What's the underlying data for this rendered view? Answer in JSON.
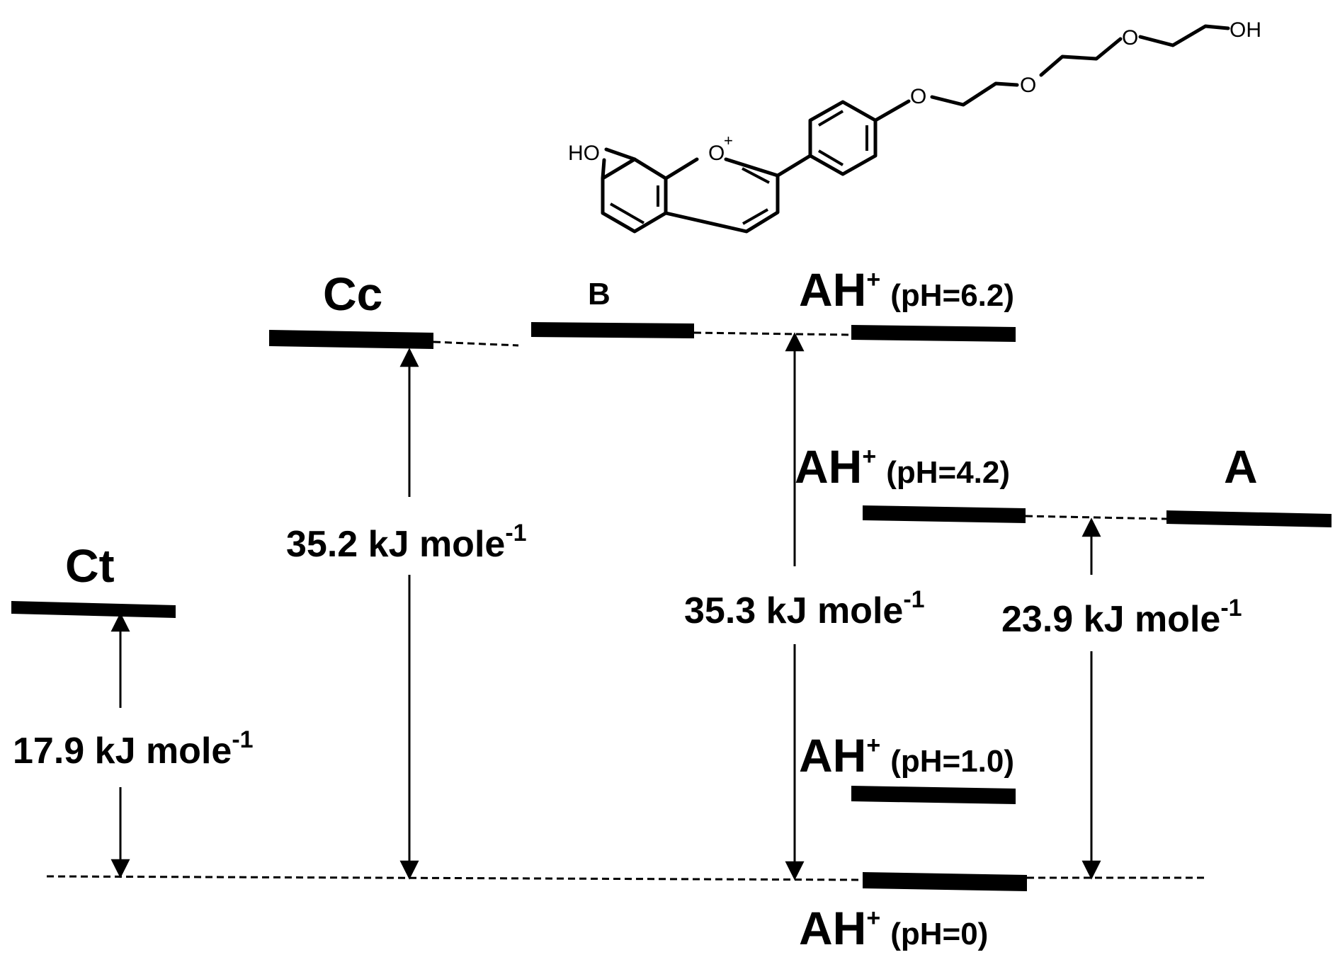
{
  "molecule": {
    "atoms": {
      "ho_left": "HO",
      "o_plus": "O",
      "plus": "+",
      "o1": "O",
      "o2": "O",
      "o3": "O",
      "oh_right": "OH"
    }
  },
  "levels": {
    "cc": {
      "label": "Cc"
    },
    "b": {
      "label": "B"
    },
    "ah_62": {
      "label": "AH",
      "sup": "+",
      "ph": "(pH=6.2)"
    },
    "ah_42": {
      "label": "AH",
      "sup": "+",
      "ph": "(pH=4.2)"
    },
    "a": {
      "label": "A"
    },
    "ct": {
      "label": "Ct"
    },
    "ah_10": {
      "label": "AH",
      "sup": "+",
      "ph": "(pH=1.0)"
    },
    "ah_0": {
      "label": "AH",
      "sup": "+",
      "ph": "(pH=0)"
    }
  },
  "energies": {
    "cc": {
      "value": "35.2 kJ mole",
      "sup": "-1"
    },
    "ah62": {
      "value": "35.3 kJ mole",
      "sup": "-1"
    },
    "a": {
      "value": "23.9 kJ mole",
      "sup": "-1"
    },
    "ct": {
      "value": "17.9 kJ mole",
      "sup": "-1"
    }
  }
}
